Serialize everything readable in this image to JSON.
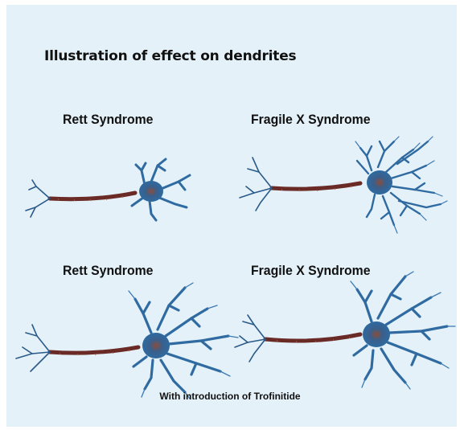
{
  "heading": "Illustration of effect on dendrites",
  "labels": {
    "rett_top": "Rett Syndrome",
    "fragile_top": "Fragile X Syndrome",
    "rett_bottom": "Rett Syndrome",
    "fragile_bottom": "Fragile X Syndrome"
  },
  "caption": "With introduction of Trofinitide",
  "colors": {
    "background": "#e4f1f9",
    "dendrite": "#2f6aa0",
    "axon": "#6a2a26",
    "nucleus": "#7a4a3a"
  }
}
